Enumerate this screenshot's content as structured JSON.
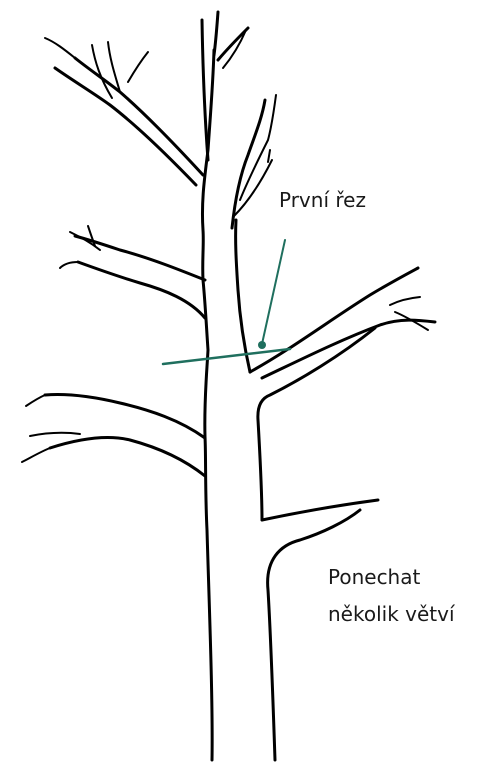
{
  "labels": {
    "first_cut": "První řez",
    "keep_branches_line1": "Ponechat",
    "keep_branches_line2": "několik větví"
  },
  "colors": {
    "tree_outline": "#000000",
    "cut_marker": "#1f6f5e",
    "background": "#ffffff"
  }
}
